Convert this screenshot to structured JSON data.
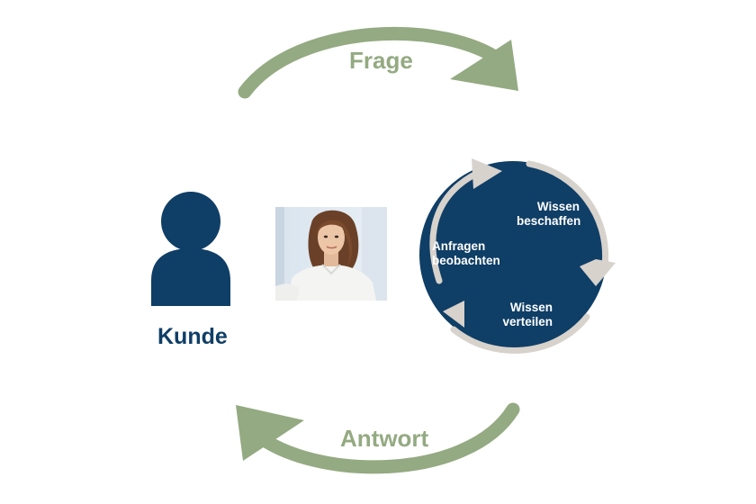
{
  "colors": {
    "arrow_green": "#94aa82",
    "navy": "#0f3e66",
    "cycle_arrow": "#d7d2cc",
    "white": "#ffffff"
  },
  "top_arrow": {
    "label": "Frage"
  },
  "bottom_arrow": {
    "label": "Antwort"
  },
  "customer": {
    "icon": "person-icon",
    "label": "Kunde"
  },
  "agent": {
    "image": "virtual-assistant-portrait"
  },
  "cycle": {
    "steps": [
      {
        "label_line1": "Wissen",
        "label_line2": "beschaffen"
      },
      {
        "label_line1": "Wissen",
        "label_line2": "verteilen"
      },
      {
        "label_line1": "Anfragen",
        "label_line2": "beobachten"
      }
    ]
  }
}
